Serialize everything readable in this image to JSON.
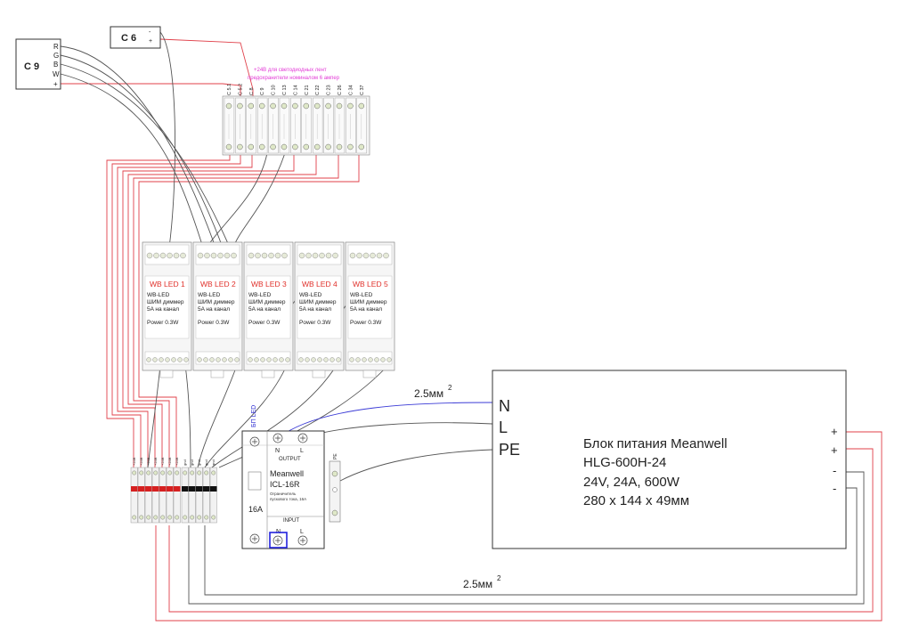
{
  "c6": {
    "title": "C 6",
    "minus": "-",
    "plus": "+"
  },
  "c9": {
    "title": "C 9",
    "pins": [
      "R",
      "G",
      "B",
      "W",
      "+"
    ]
  },
  "fuse_panel": {
    "note_line1": "+24В для светодиодных лент",
    "note_line2": "предохранители номиналом 6 ампер",
    "fuse_labels": [
      "C 5.1",
      "C 5.2",
      "C 8",
      "C 9",
      "C 10",
      "C 13",
      "C 14",
      "C 21",
      "C 22",
      "C 23",
      "C 26",
      "C 34",
      "C 37"
    ]
  },
  "dimmers": [
    {
      "title": "WB LED 1",
      "l1": "WB-LED",
      "l2": "ШИМ диммер",
      "l3": "5A на канал",
      "power": "Power 0.3W"
    },
    {
      "title": "WB LED 2",
      "l1": "WB-LED",
      "l2": "ШИМ диммер",
      "l3": "5A на канал",
      "power": "Power 0.3W"
    },
    {
      "title": "WB LED 3",
      "l1": "WB-LED",
      "l2": "ШИМ диммер",
      "l3": "5A на канал",
      "power": "Power 0.3W"
    },
    {
      "title": "WB LED 4",
      "l1": "WB-LED",
      "l2": "ШИМ диммер",
      "l3": "5A на канал",
      "power": "Power 0.3W"
    },
    {
      "title": "WB LED 5",
      "l1": "WB-LED",
      "l2": "ШИМ диммер",
      "l3": "5A на канал",
      "power": "Power 0.3W"
    }
  ],
  "bp_led_label": "БП LED",
  "limiter": {
    "output": "OUTPUT",
    "input": "INPUT",
    "n": "N",
    "l": "L",
    "name1": "Meanwell",
    "name2": "ICL-16R",
    "desc1": "Ограничитель",
    "desc2": "пускового тока, 16A",
    "rating": "16A"
  },
  "pe_label": "PE",
  "terminal_labels_plus": [
    "+24В",
    "+24В",
    "+24В",
    "+24В",
    "+24В",
    "+24В",
    "+24В"
  ],
  "terminal_labels_gnd": [
    "gnd",
    "gnd",
    "gnd",
    "gnd",
    "gnd"
  ],
  "cable_top": {
    "text": "2.5мм",
    "sup": "2"
  },
  "cable_bottom": {
    "text": "2.5мм",
    "sup": "2"
  },
  "psu": {
    "n": "N",
    "l": "L",
    "pe": "PE",
    "line1": "Блок питания Meanwell",
    "line2": "HLG-600H-24",
    "line3": "24V, 24A, 600W",
    "line4": "280 x 144 x 49мм",
    "out": [
      "+",
      "+",
      "-",
      "-"
    ]
  },
  "colors": {
    "red_wire": "#e0404a",
    "gray_wire": "#555555",
    "blue_wire": "#3b3bd6",
    "magenta_note": "#e23ad6",
    "title_red": "#e0302a"
  }
}
